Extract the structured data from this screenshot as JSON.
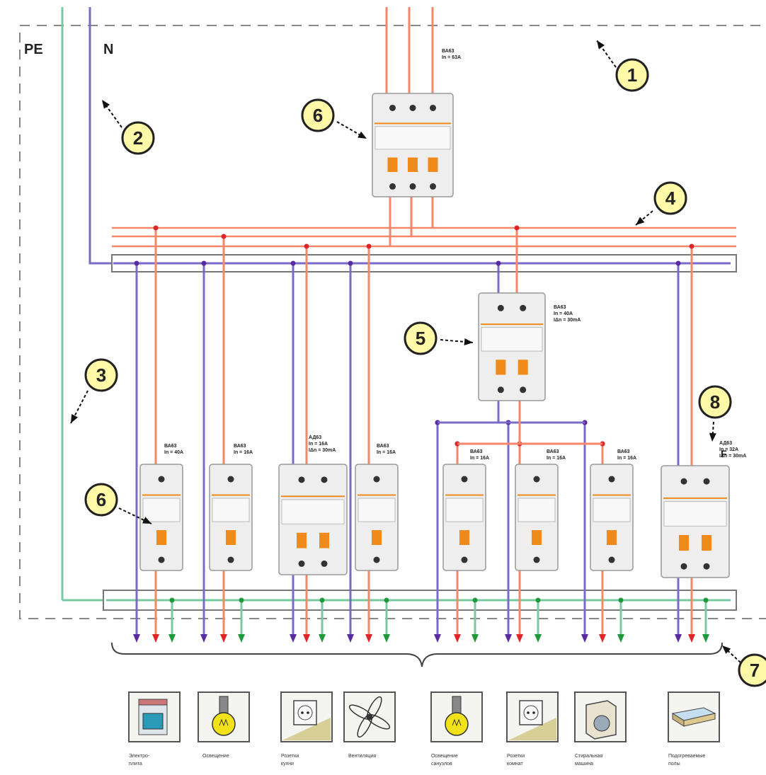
{
  "bus_labels": {
    "pe": "PE",
    "n": "N"
  },
  "callouts": [
    "1",
    "2",
    "3",
    "4",
    "5",
    "6",
    "6",
    "7",
    "8"
  ],
  "breaker_specs": {
    "main": [
      "ВА63",
      "In = 63A"
    ],
    "rcd_main": [
      "ВА63",
      "In = 40A",
      "IΔn = 30mA"
    ],
    "b1": [
      "ВА63",
      "In = 40A"
    ],
    "b2": [
      "ВА63",
      "In = 16A"
    ],
    "b3": [
      "АД63",
      "In = 16A",
      "IΔn = 30mA"
    ],
    "b4": [
      "ВА63",
      "In = 16A"
    ],
    "b5": [
      "ВА63",
      "In = 16A"
    ],
    "b6": [
      "ВА63",
      "In = 16A"
    ],
    "b7": [
      "ВА63",
      "In = 16A"
    ],
    "b8": [
      "АД63",
      "In = 32A",
      "IΔn = 30mA"
    ]
  },
  "b8_marker": "F",
  "loads": [
    {
      "icon": "stove-icon",
      "caption": [
        "Электро-",
        "плита"
      ]
    },
    {
      "icon": "lamp-icon",
      "caption": [
        "Освещение"
      ]
    },
    {
      "icon": "socket-icon",
      "caption": [
        "Розетки",
        "кухни"
      ]
    },
    {
      "icon": "fan-icon",
      "caption": [
        "Вентиляция"
      ]
    },
    {
      "icon": "lamp-icon",
      "caption": [
        "Освещение",
        "санузлов"
      ]
    },
    {
      "icon": "socket-icon",
      "caption": [
        "Розетки",
        "комнат"
      ]
    },
    {
      "icon": "washer-icon",
      "caption": [
        "Стиральная",
        "машина"
      ]
    },
    {
      "icon": "heated-floor-icon",
      "caption": [
        "Подогреваемые",
        "полы"
      ]
    }
  ],
  "colors": {
    "phase": "#f4866a",
    "neutral": "#7a6bc9",
    "pe": "#78c9a0",
    "arrow_phase": "#e0242a",
    "arrow_neutral": "#5a2aa0",
    "arrow_pe": "#1f9a3a",
    "callout_fill": "#fff9a8",
    "breaker_body": "#eeeeee",
    "breaker_orange": "#f08a1a"
  }
}
